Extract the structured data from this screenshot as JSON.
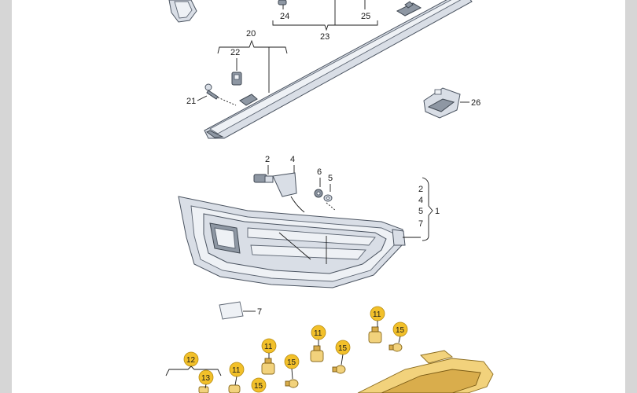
{
  "diagram": {
    "callouts": {
      "n1": "1",
      "n2": "2",
      "n4": "4",
      "n5": "5",
      "n6": "6",
      "n7": "7",
      "n20": "20",
      "n21": "21",
      "n22": "22",
      "n23": "23",
      "n24": "24",
      "n25": "25",
      "n26": "26",
      "b_2": "2",
      "b_4": "4",
      "b_5": "5",
      "b_7": "7"
    },
    "badges": {
      "b11": "11",
      "b12": "12",
      "b13": "13",
      "b15": "15"
    },
    "colors": {
      "badge_fill": "#f2c02a",
      "badge_stroke": "#b58a10",
      "page_border": "#d6d6d6"
    }
  }
}
